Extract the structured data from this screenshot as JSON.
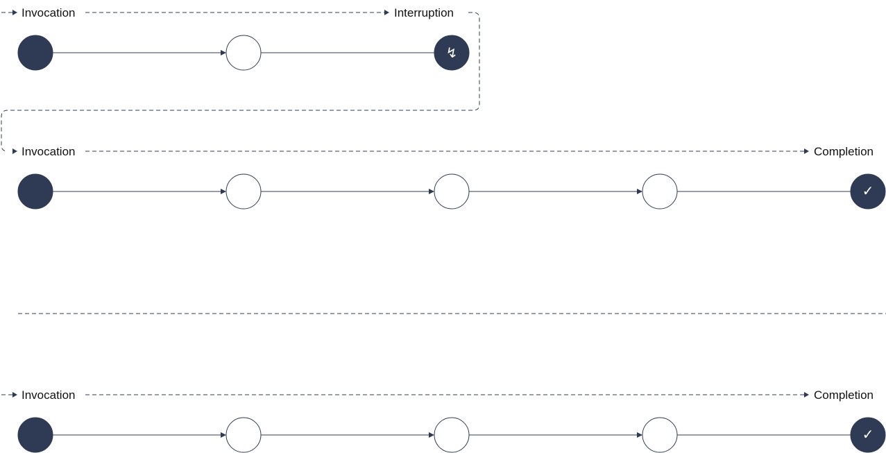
{
  "colors": {
    "node": "#2f3b54",
    "line": "#2f3b54",
    "text": "#111111",
    "background": "#ffffff"
  },
  "flows": [
    {
      "start_label": "Invocation",
      "end_label": "Interruption",
      "end_icon": "interruption-icon",
      "end_glyph": "↯",
      "step_count": 3
    },
    {
      "start_label": "Invocation",
      "end_label": "Completion",
      "end_icon": "checkmark-icon",
      "end_glyph": "✓",
      "step_count": 5
    },
    {
      "start_label": "Invocation",
      "end_label": "Completion",
      "end_icon": "checkmark-icon",
      "end_glyph": "✓",
      "step_count": 5
    }
  ]
}
